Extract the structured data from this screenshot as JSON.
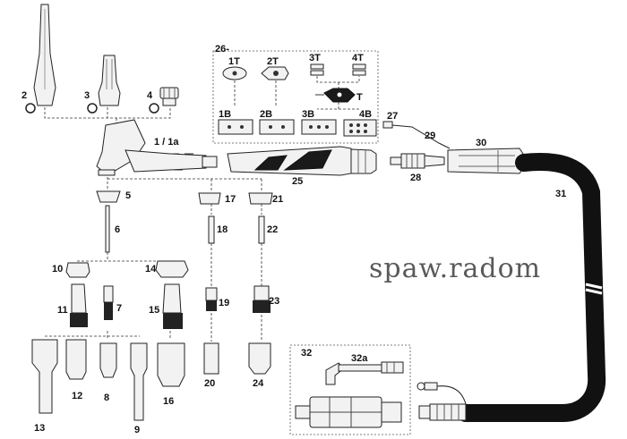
{
  "watermark": "spaw.radom",
  "labels": {
    "l2": "2",
    "l3": "3",
    "l4": "4",
    "l1": "1 / 1a",
    "l26": "26-",
    "l1T": "1T",
    "l2T": "2T",
    "l3T": "3T",
    "l4T": "4T",
    "lT": "T",
    "l1B": "1B",
    "l2B": "2B",
    "l3B": "3B",
    "l4B": "4B",
    "l25": "25",
    "l27": "27",
    "l28": "28",
    "l29": "29",
    "l30": "30",
    "l31": "31",
    "l5": "5",
    "l6": "6",
    "l17": "17",
    "l18": "18",
    "l19": "19",
    "l20": "20",
    "l21": "21",
    "l22": "22",
    "l23": "23",
    "l24": "24",
    "l10": "10",
    "l11": "11",
    "l7": "7",
    "l14": "14",
    "l15": "15",
    "l12": "12",
    "l13": "13",
    "l8": "8",
    "l9": "9",
    "l16": "16",
    "l32": "32",
    "l32a": "32a"
  }
}
